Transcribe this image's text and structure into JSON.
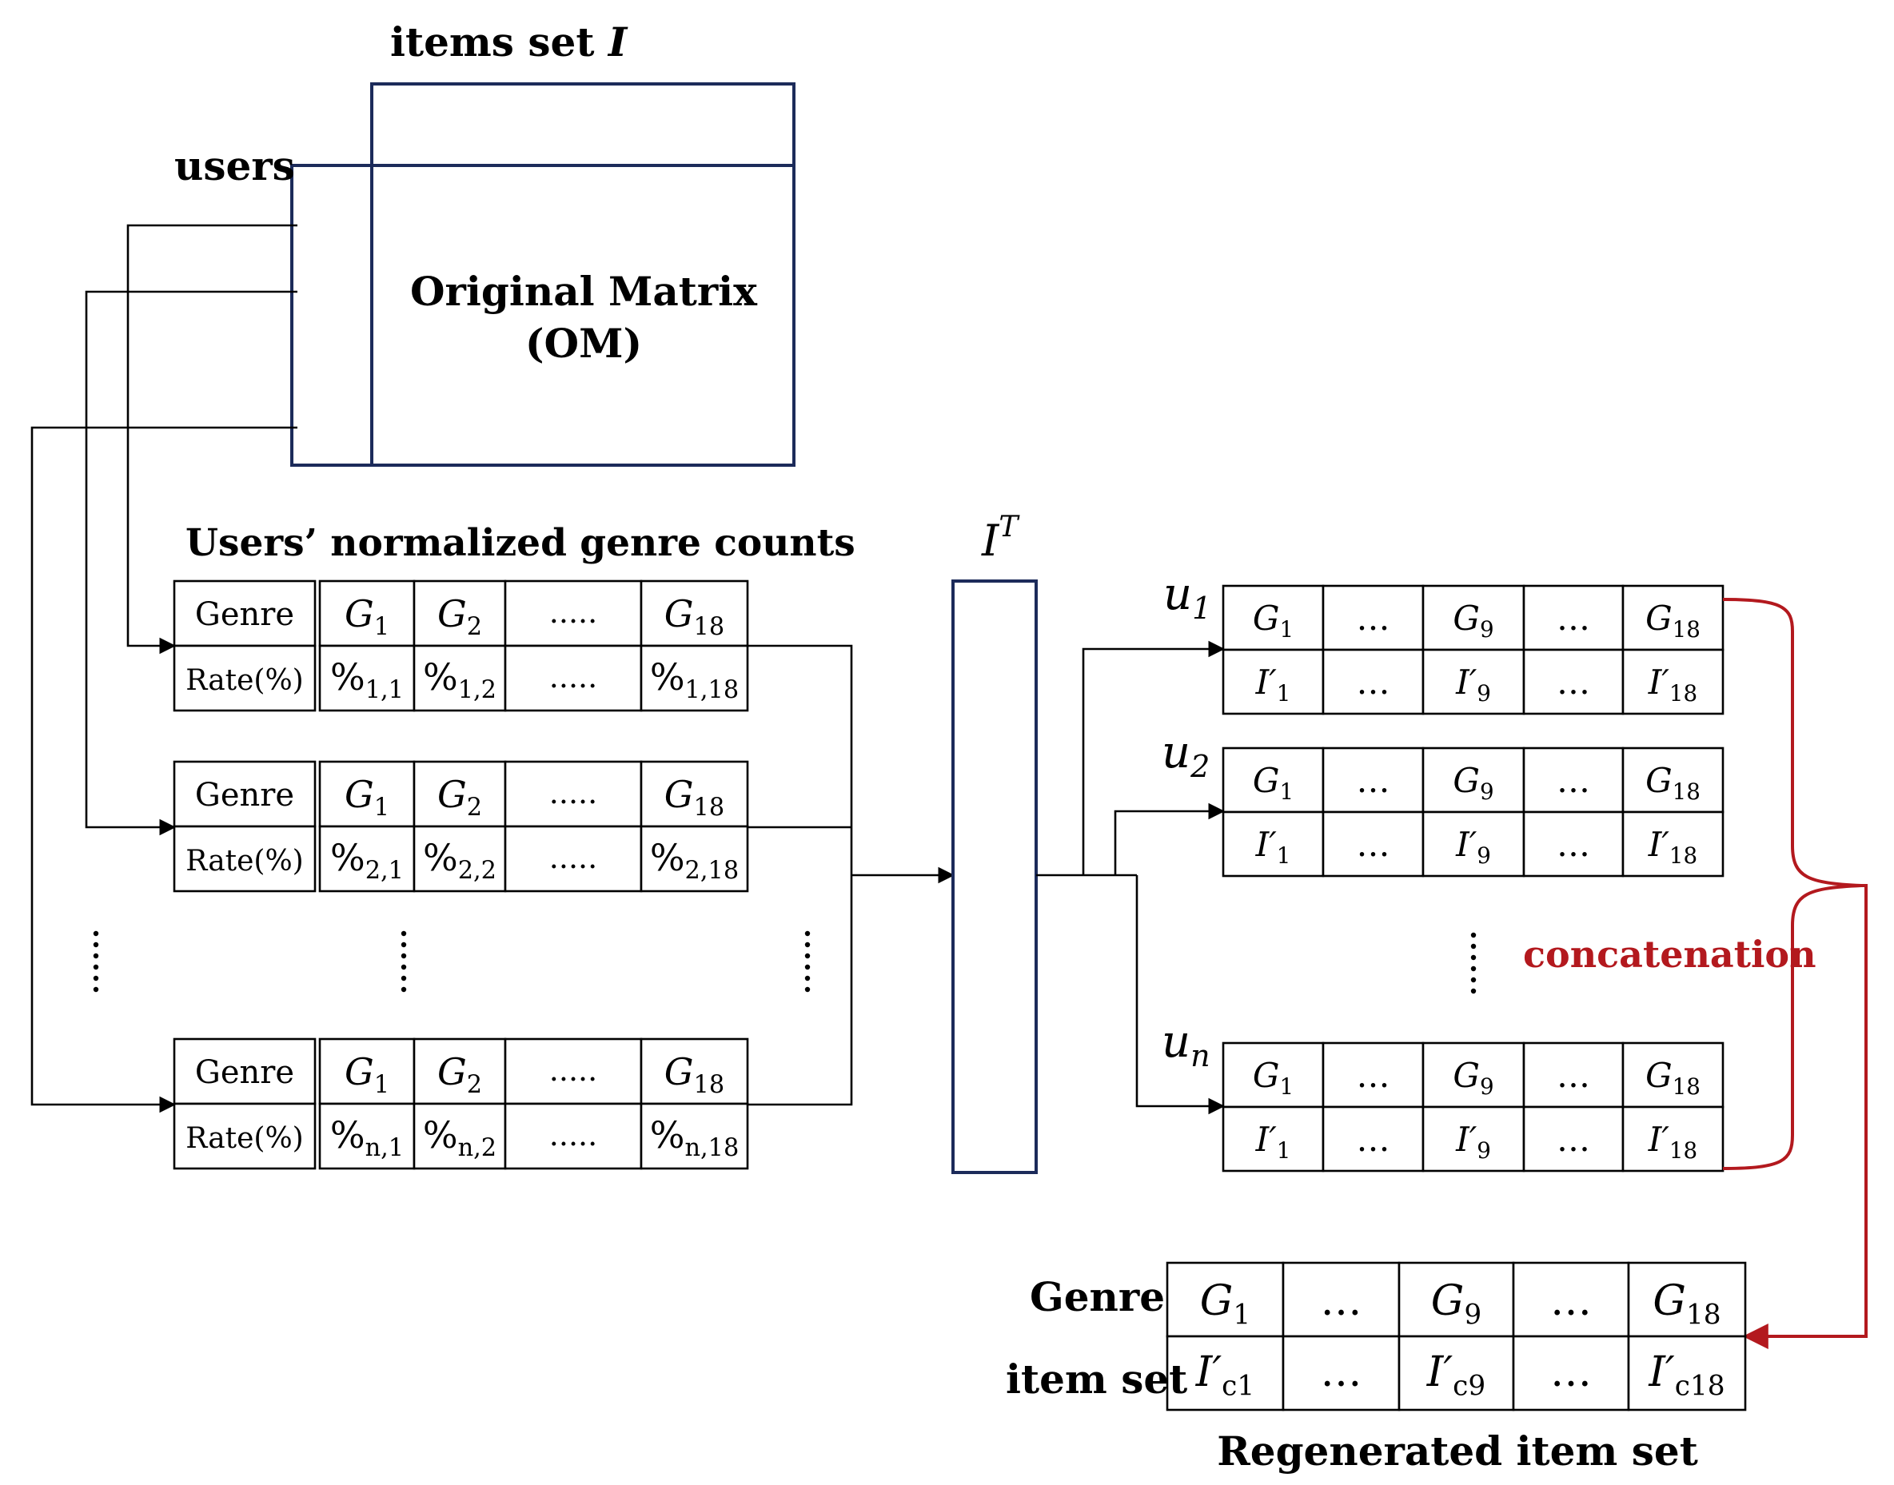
{
  "matrix": {
    "items_label": "items set",
    "items_symbol": "I",
    "users_label": "users",
    "title_line1": "Original Matrix",
    "title_line2": "(OM)"
  },
  "normalized": {
    "title": "Users’ normalized genre counts",
    "row_genre_label": "Genre",
    "row_rate_label": "Rate(%)",
    "ellipsis": ".....",
    "tables": [
      {
        "genres": [
          "G",
          "G",
          "G"
        ],
        "genre_subs": [
          "1",
          "2",
          "18"
        ],
        "rate_subs": [
          "1,1",
          "1,2",
          "1,18"
        ]
      },
      {
        "genres": [
          "G",
          "G",
          "G"
        ],
        "genre_subs": [
          "1",
          "2",
          "18"
        ],
        "rate_subs": [
          "2,1",
          "2,2",
          "2,18"
        ]
      },
      {
        "genres": [
          "G",
          "G",
          "G"
        ],
        "genre_subs": [
          "1",
          "2",
          "18"
        ],
        "rate_subs": [
          "n,1",
          "n,2",
          "n,18"
        ]
      }
    ],
    "percent_sign": "%"
  },
  "transpose": {
    "base": "I",
    "sup": "T"
  },
  "user_vectors": {
    "users": [
      {
        "base": "u",
        "sub": "1"
      },
      {
        "base": "u",
        "sub": "2"
      },
      {
        "base": "u",
        "sub": "n"
      }
    ],
    "genre_cells": [
      {
        "base": "G",
        "sub": "1"
      },
      {
        "base": "…",
        "sub": ""
      },
      {
        "base": "G",
        "sub": "9"
      },
      {
        "base": "…",
        "sub": ""
      },
      {
        "base": "G",
        "sub": "18"
      }
    ],
    "item_cells": [
      {
        "base": "I′",
        "sub": "1"
      },
      {
        "base": "…",
        "sub": ""
      },
      {
        "base": "I′",
        "sub": "9"
      },
      {
        "base": "…",
        "sub": ""
      },
      {
        "base": "I′",
        "sub": "18"
      }
    ]
  },
  "concatenation": {
    "label": "concatenation"
  },
  "regenerated": {
    "row_genre_label": "Genre",
    "row_item_label": "item set",
    "genre_cells": [
      {
        "base": "G",
        "sub": "1"
      },
      {
        "base": "…",
        "sub": ""
      },
      {
        "base": "G",
        "sub": "9"
      },
      {
        "base": "…",
        "sub": ""
      },
      {
        "base": "G",
        "sub": "18"
      }
    ],
    "item_cells": [
      {
        "base": "I′",
        "sub": "c1"
      },
      {
        "base": "…",
        "sub": ""
      },
      {
        "base": "I′",
        "sub": "c9"
      },
      {
        "base": "…",
        "sub": ""
      },
      {
        "base": "I′",
        "sub": "c18"
      }
    ],
    "caption": "Regenerated item set"
  },
  "colors": {
    "matrix_border": "#1c2b5a",
    "concat": "#b3191e"
  }
}
